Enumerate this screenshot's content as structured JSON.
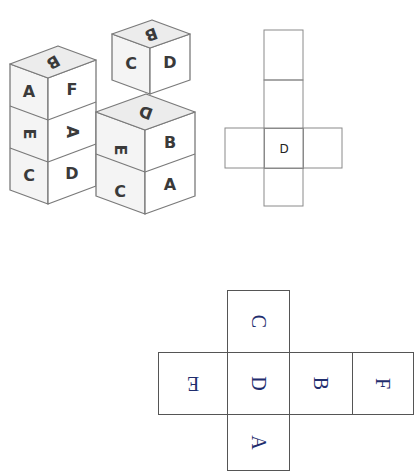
{
  "diagram": {
    "nodes": [
      {
        "text": [
          "D"
        ]
      },
      {
        "text": [
          "C"
        ]
      },
      {
        "text": [
          "E"
        ]
      },
      {
        "text": [
          "D"
        ]
      },
      {
        "text": [
          "B"
        ]
      },
      {
        "text": [
          "F"
        ]
      },
      {
        "text": [
          "A"
        ]
      }
    ],
    "labels": [
      "B",
      "C",
      "D",
      "B",
      "A",
      "F",
      "D",
      "E",
      "A",
      "E",
      "B",
      "C",
      "D",
      "C",
      "A"
    ]
  }
}
